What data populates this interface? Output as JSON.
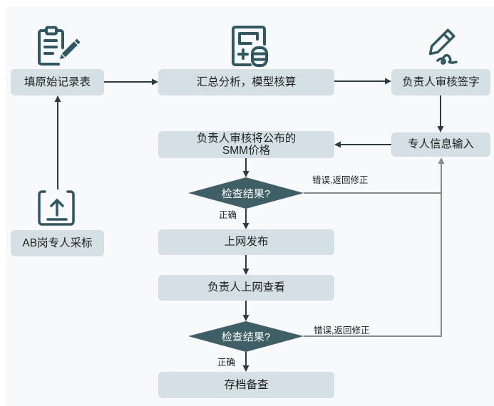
{
  "colors": {
    "panel_bg": "#f7f9fb",
    "box_fill": "#d4e0e3",
    "decision_fill": "#3e5f65",
    "icon": "#2e5862",
    "arrow": "#2b3b42",
    "feedback_arrow": "#8a8a8a"
  },
  "icons": {
    "fill_record": "clipboard-edit-icon",
    "summary": "calculator-database-icon",
    "approve_sign": "pen-signature-icon",
    "ab_collect": "upload-icon"
  },
  "nodes": {
    "fill_record": {
      "label": "填原始记录表"
    },
    "summary": {
      "label": "汇总分析，模型核算"
    },
    "approve_sign": {
      "label": "负责人审核签字"
    },
    "info_input": {
      "label": "专人信息输入"
    },
    "approve_price": {
      "lines": [
        "负责人审核将公布的",
        "SMM价格"
      ]
    },
    "publish": {
      "label": "上网发布"
    },
    "online_check": {
      "label": "负责人上网查看"
    },
    "archive": {
      "label": "存档备查"
    },
    "ab_collect": {
      "label": "AB岗专人采标"
    }
  },
  "decisions": [
    {
      "label": "检查结果?",
      "yes_label": "正确",
      "no_label": "错误,返回修正"
    },
    {
      "label": "检查结果?",
      "yes_label": "正确",
      "no_label": "错误,返回修正"
    }
  ]
}
